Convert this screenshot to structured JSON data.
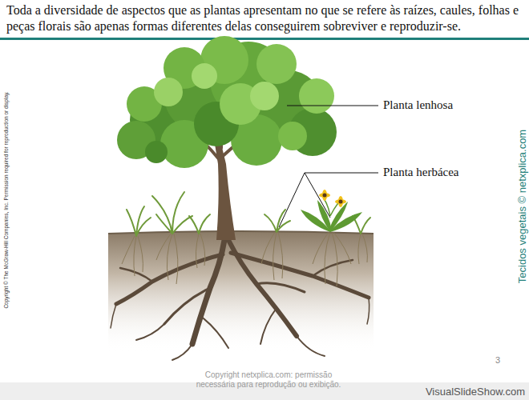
{
  "diagram": {
    "title": "Toda a diversidade de aspectos que as plantas apresentam no que se refere às raízes, caules, folhas e peças florais são apenas formas diferentes delas conseguirem sobreviver e reproduzir-se.",
    "labels": [
      "Planta lenhosa",
      "Planta herbácea",
      "Copyright © The McGraw-Hill Companies, Inc. Permission required for reproduction or display.",
      "Tecidos vegetais © netxplica.com",
      "Copyright netxplica.com: permissão necessária para reprodução ou exibição.",
      "3",
      "VisualSlideShow.com"
    ]
  }
}
